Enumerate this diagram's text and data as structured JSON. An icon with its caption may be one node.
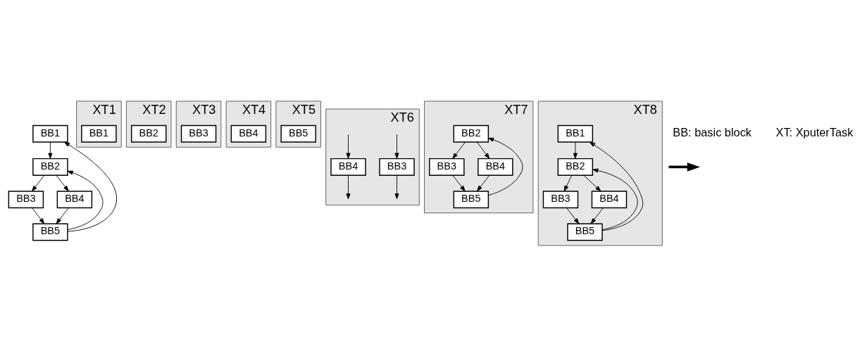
{
  "diagram": {
    "nodes": [
      {
        "text": [
          "BB1"
        ]
      },
      {
        "text": [
          "BB2"
        ]
      },
      {
        "text": [
          "BB3"
        ]
      },
      {
        "text": [
          "BB4"
        ]
      },
      {
        "text": [
          "BB5"
        ]
      },
      {
        "text": [
          "XT1"
        ]
      },
      {
        "text": [
          "BB1"
        ],
        "in": 5
      },
      {
        "text": [
          "XT2"
        ]
      },
      {
        "text": [
          "BB2"
        ],
        "in": 7
      },
      {
        "text": [
          "XT3"
        ]
      },
      {
        "text": [
          "BB3"
        ],
        "in": 9
      },
      {
        "text": [
          "XT4"
        ]
      },
      {
        "text": [
          "BB4"
        ],
        "in": 11
      },
      {
        "text": [
          "XT5"
        ]
      },
      {
        "text": [
          "BB5"
        ],
        "in": 13
      },
      {
        "text": [
          "XT6"
        ]
      },
      {
        "text": [
          "BB3"
        ],
        "in": 15
      },
      {
        "text": [
          "BB4"
        ],
        "in": 15
      },
      {
        "text": [
          "XT7"
        ]
      },
      {
        "text": [
          "BB2"
        ],
        "in": 18
      },
      {
        "text": [
          "BB3"
        ],
        "in": 18
      },
      {
        "text": [
          "BB4"
        ],
        "in": 18
      },
      {
        "text": [
          "BB5"
        ],
        "in": 18
      },
      {
        "text": [
          "XT8"
        ]
      },
      {
        "text": [
          "BB1"
        ],
        "in": 23
      },
      {
        "text": [
          "BB2"
        ],
        "in": 23
      },
      {
        "text": [
          "BB3"
        ],
        "in": 23
      },
      {
        "text": [
          "BB4"
        ],
        "in": 23
      },
      {
        "text": [
          "BB5"
        ],
        "in": 23
      }
    ],
    "edges": [
      {
        "from": 4,
        "to": 0,
        "arrow": "to"
      },
      {
        "from": 0,
        "to": 1,
        "arrow": "to"
      },
      {
        "from": 4,
        "to": 1,
        "arrow": "to"
      },
      {
        "from": 1,
        "to": 2,
        "arrow": "to"
      },
      {
        "from": 1,
        "to": 3,
        "arrow": "to"
      },
      {
        "from": 2,
        "to": 4,
        "arrow": "to"
      },
      {
        "from": 3,
        "to": 4,
        "arrow": "to"
      },
      {
        "from": null,
        "to": 16,
        "arrow": "to"
      },
      {
        "from": null,
        "to": 17,
        "arrow": "to"
      },
      {
        "from": 16,
        "to": null,
        "arrow": "to"
      },
      {
        "from": 17,
        "to": null,
        "arrow": "to"
      },
      {
        "from": 22,
        "to": 19,
        "arrow": "to"
      },
      {
        "from": 19,
        "to": 20,
        "arrow": "to"
      },
      {
        "from": 19,
        "to": 21,
        "arrow": "to"
      },
      {
        "from": 20,
        "to": 22,
        "arrow": "to"
      },
      {
        "from": 21,
        "to": 22,
        "arrow": "to"
      },
      {
        "from": 28,
        "to": 24,
        "arrow": "to"
      },
      {
        "from": 24,
        "to": 25,
        "arrow": "to"
      },
      {
        "from": 28,
        "to": 25,
        "arrow": "to"
      },
      {
        "from": 25,
        "to": 26,
        "arrow": "to"
      },
      {
        "from": 25,
        "to": 27,
        "arrow": "to"
      },
      {
        "from": 26,
        "to": 28,
        "arrow": "to"
      },
      {
        "from": 27,
        "to": 28,
        "arrow": "to"
      }
    ],
    "labels": [
      "BB: basic block",
      "XT: XputerTask"
    ]
  }
}
